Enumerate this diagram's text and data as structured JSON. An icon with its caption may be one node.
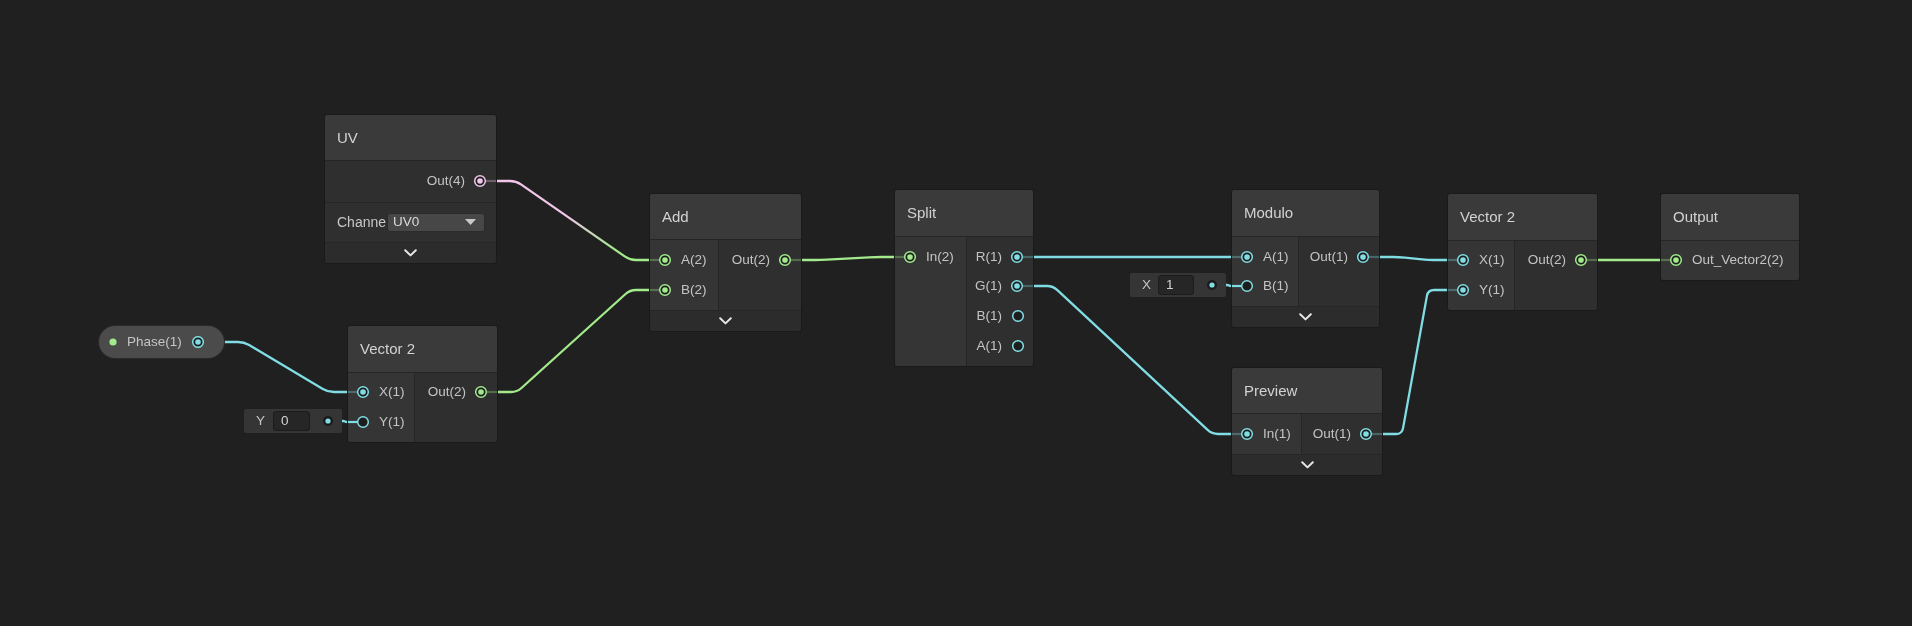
{
  "diagram": {
    "nodes": [
      {
        "text": [
          "UV",
          "Channe"
        ]
      },
      {
        "text": [
          "Out(4)"
        ],
        "in": 0
      },
      {
        "text": [
          "UV0"
        ],
        "in": 0
      },
      {
        "text": [
          "Phase(1)"
        ]
      },
      {
        "text": [
          "Vector 2"
        ]
      },
      {
        "text": [
          "X(1)"
        ],
        "in": 4
      },
      {
        "text": [
          "Y(1)"
        ],
        "in": 4
      },
      {
        "text": [
          "Out(2)"
        ],
        "in": 4
      },
      {
        "text": [
          "Y"
        ]
      },
      {
        "text": [
          "0"
        ],
        "in": 8
      },
      {
        "text": [
          "Add"
        ]
      },
      {
        "text": [
          "A(2)"
        ],
        "in": 10
      },
      {
        "text": [
          "B(2)"
        ],
        "in": 10
      },
      {
        "text": [
          "Out(2)"
        ],
        "in": 10
      },
      {
        "text": [
          "Split"
        ]
      },
      {
        "text": [
          "In(2)"
        ],
        "in": 14
      },
      {
        "text": [
          "R(1)"
        ],
        "in": 14
      },
      {
        "text": [
          "G(1)"
        ],
        "in": 14
      },
      {
        "text": [
          "B(1)"
        ],
        "in": 14
      },
      {
        "text": [
          "A(1)"
        ],
        "in": 14
      },
      {
        "text": [
          "X"
        ]
      },
      {
        "text": [
          "1"
        ],
        "in": 20
      },
      {
        "text": [
          "Modulo"
        ]
      },
      {
        "text": [
          "A(1)"
        ],
        "in": 22
      },
      {
        "text": [
          "B(1)"
        ],
        "in": 22
      },
      {
        "text": [
          "Out(1)"
        ],
        "in": 22
      },
      {
        "text": [
          "Preview"
        ]
      },
      {
        "text": [
          "In(1)"
        ],
        "in": 26
      },
      {
        "text": [
          "Out(1)"
        ],
        "in": 26
      },
      {
        "text": [
          "Vector 2"
        ]
      },
      {
        "text": [
          "X(1)"
        ],
        "in": 29
      },
      {
        "text": [
          "Y(1)"
        ],
        "in": 29
      },
      {
        "text": [
          "Out(2)"
        ],
        "in": 29
      },
      {
        "text": [
          "Output"
        ]
      },
      {
        "text": [
          "Out_Vector2(2)"
        ],
        "in": 33
      }
    ],
    "edges": [
      {
        "from": 1,
        "to": 11,
        "arrow": "none",
        "color": "#f0c6ea"
      },
      {
        "from": 7,
        "to": 12,
        "arrow": "none",
        "color": "#a2ea8c"
      },
      {
        "from": 3,
        "to": 5,
        "arrow": "none"
      },
      {
        "from": 8,
        "to": 6,
        "arrow": "none"
      },
      {
        "from": 13,
        "to": 15,
        "arrow": "none",
        "color": "#a2ea8c"
      },
      {
        "from": 16,
        "to": 23,
        "arrow": "none"
      },
      {
        "from": 17,
        "to": 27,
        "arrow": "none"
      },
      {
        "from": 20,
        "to": 24,
        "arrow": "none"
      },
      {
        "from": 25,
        "to": 30,
        "arrow": "none"
      },
      {
        "from": 28,
        "to": 31,
        "arrow": "none"
      },
      {
        "from": 32,
        "to": 34,
        "arrow": "none",
        "color": "#a2ea8c"
      }
    ]
  }
}
